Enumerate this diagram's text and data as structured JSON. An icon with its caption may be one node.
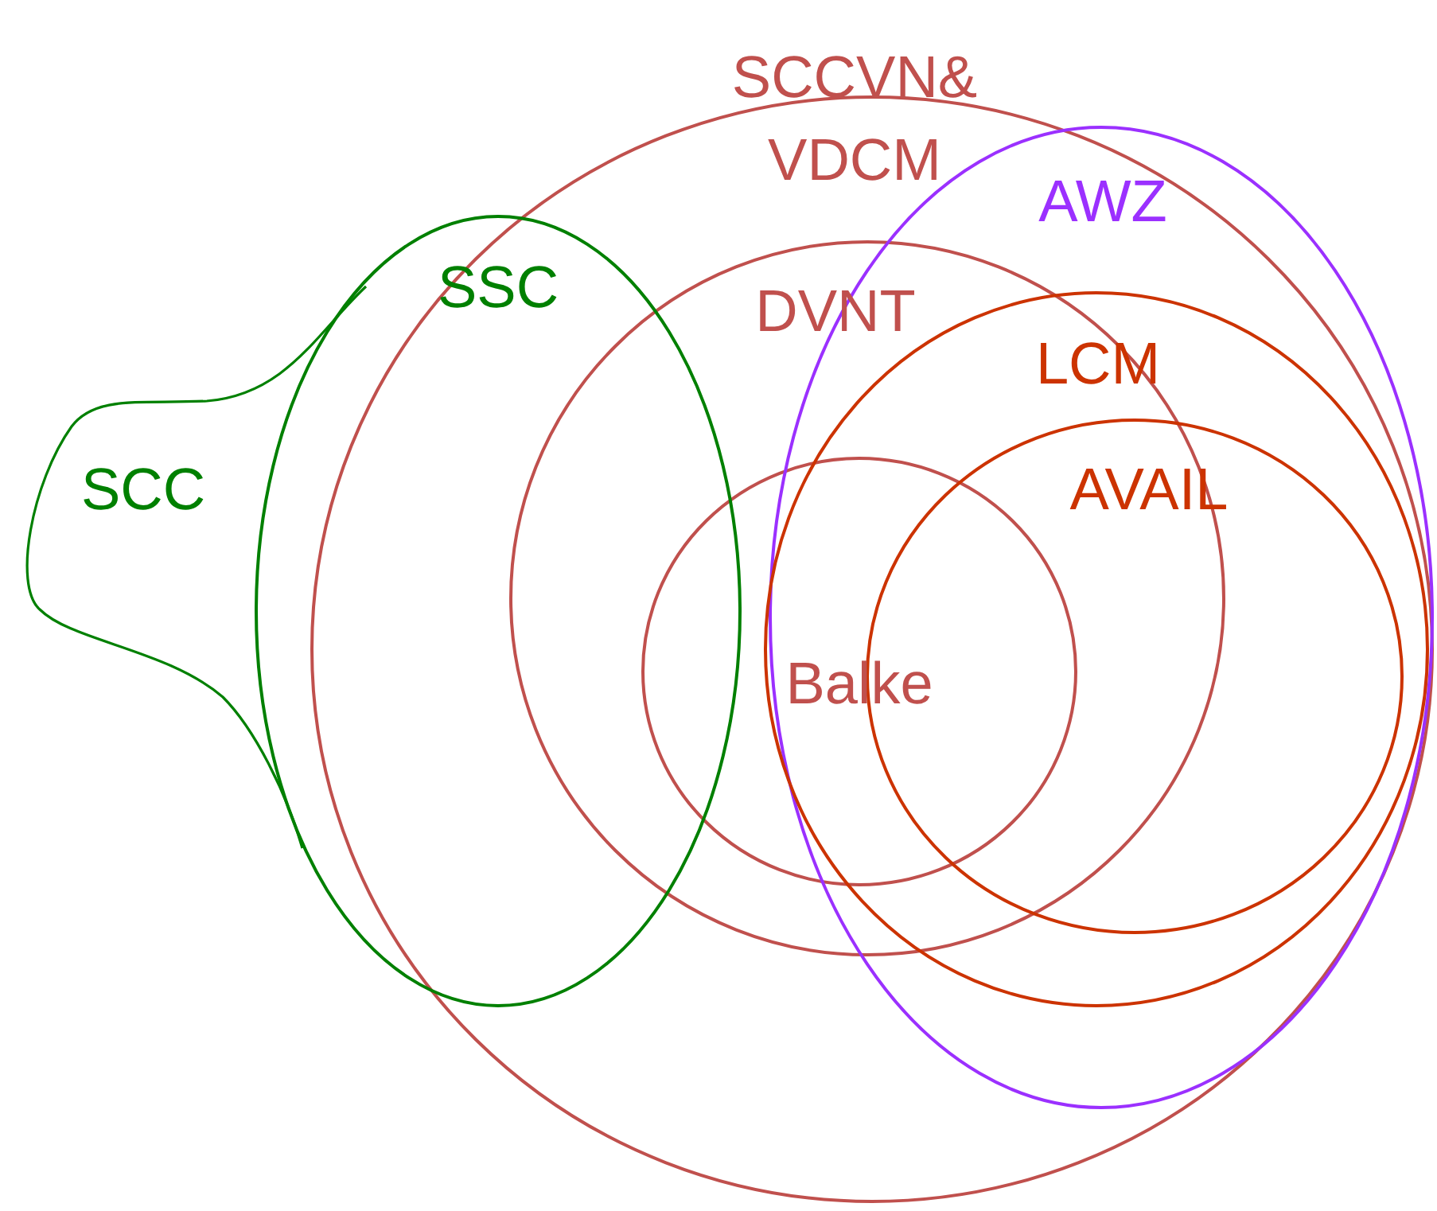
{
  "diagram": {
    "nodes": [
      {
        "text": [
          "SCCVN& VDCM"
        ]
      },
      {
        "text": [
          "SCC"
        ]
      },
      {
        "text": [
          "SSC"
        ]
      },
      {
        "text": [
          "DVNT"
        ],
        "in": 0
      },
      {
        "text": [
          "AWZ"
        ],
        "in": 0
      },
      {
        "text": [
          "LCM"
        ],
        "in": 4
      },
      {
        "text": [
          "AVAIL"
        ],
        "in": 5
      },
      {
        "text": [
          "Balke"
        ],
        "in": 3
      }
    ]
  }
}
